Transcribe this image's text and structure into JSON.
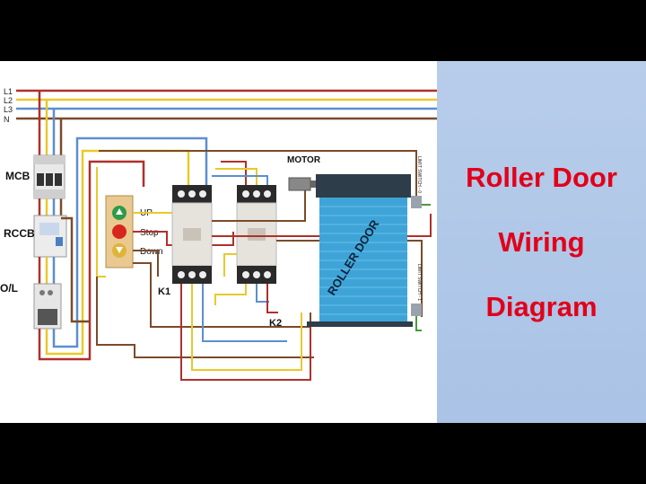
{
  "title": {
    "lines": [
      "Roller Door",
      "Wiring",
      "Diagram"
    ]
  },
  "diagram": {
    "lines": [
      "L1",
      "L2",
      "L3",
      "N"
    ],
    "mcb_label": "MCB",
    "rccb_label": "RCCB",
    "overload_label": "O/L",
    "motor_label": "MOTOR",
    "button_up": "UP",
    "button_stop": "Stop",
    "button_down": "Down",
    "contactor_k1": "K1",
    "contactor_k2": "K2",
    "door_label": "ROLLER DOOR",
    "limit_switch_top": "LIMIT SWITCH - 0",
    "limit_switch_bottom": "LIMIT SWITCH - 1"
  },
  "colors": {
    "red_wire": "#b0302b",
    "yellow_wire": "#e9c92c",
    "blue_wire": "#5b8fd0",
    "brown_wire": "#7a4b2a",
    "green_wire": "#4a9a3c",
    "title_red": "#e2001a",
    "door_blue": "#3ea4d8"
  }
}
